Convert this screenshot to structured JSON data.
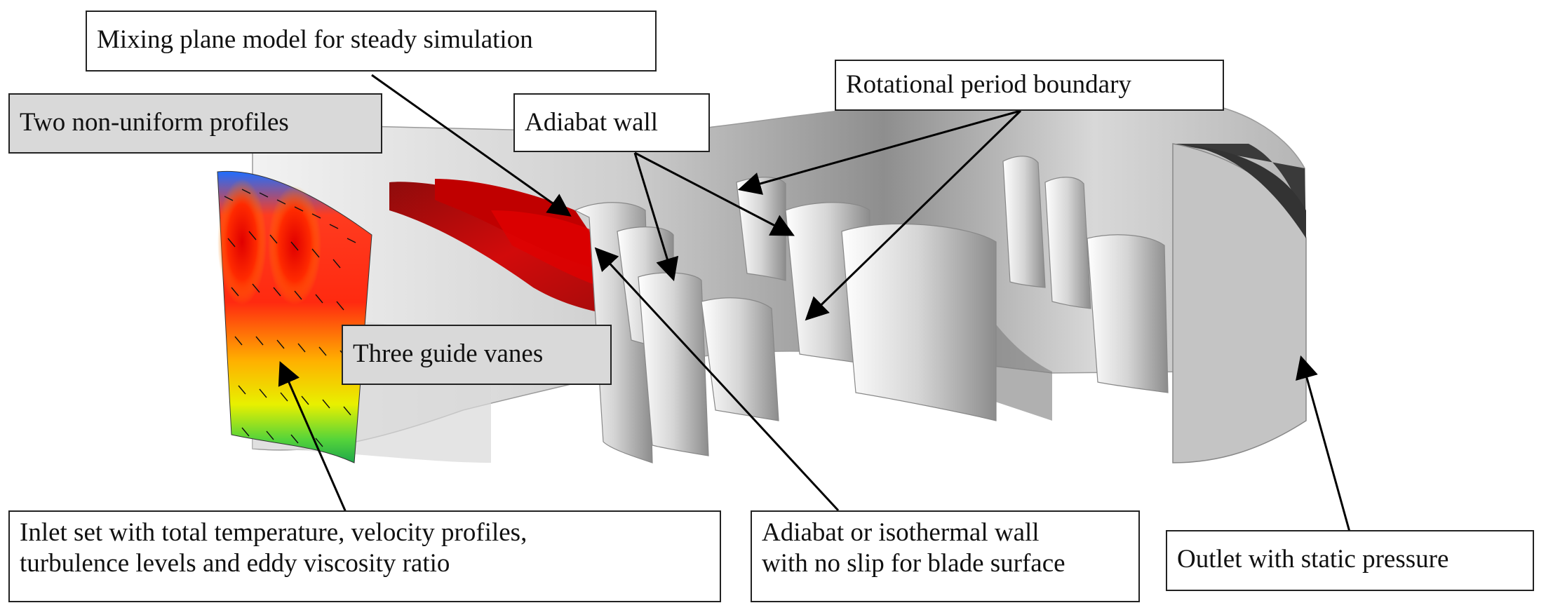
{
  "labels": {
    "mixing_plane": "Mixing plane model for steady simulation",
    "two_profiles": "Two non-uniform profiles",
    "adiabat_wall": "Adiabat wall",
    "rotational_boundary": "Rotational period boundary",
    "three_vanes": "Three guide vanes",
    "inlet_line1": "Inlet set with total temperature, velocity profiles,",
    "inlet_line2": "turbulence levels and eddy viscosity ratio",
    "wall_line1": "Adiabat or isothermal wall",
    "wall_line2": "with no slip for blade surface",
    "outlet": "Outlet with static pressure"
  },
  "colors": {
    "label_border": "#222222",
    "gray_label_bg": "#d9d9d9",
    "vane_red": "#b30000",
    "surface_gray": "#bdbdbd",
    "outlet_dark": "#3a3a3a"
  }
}
